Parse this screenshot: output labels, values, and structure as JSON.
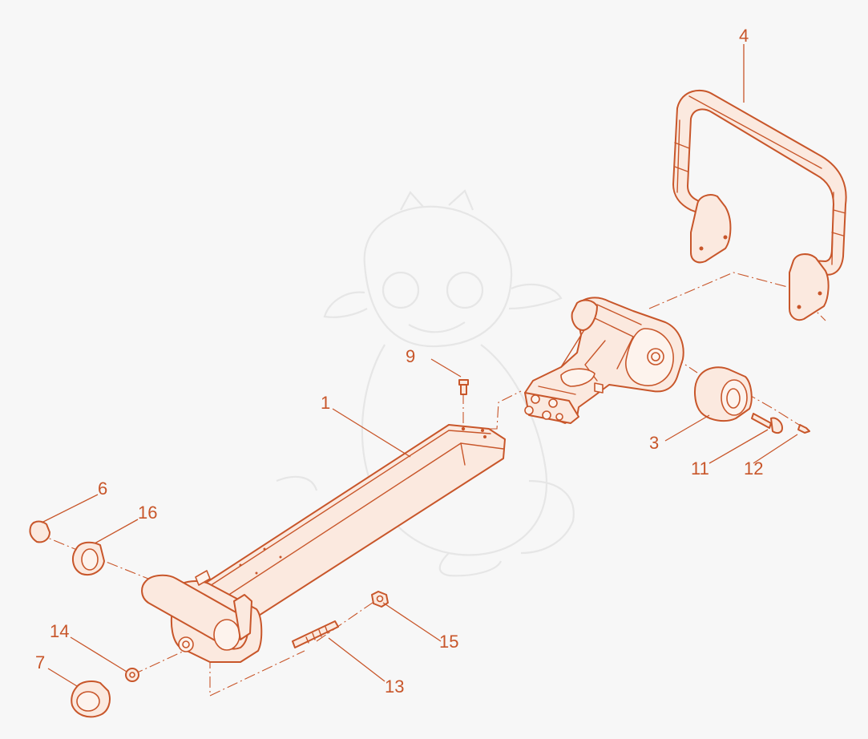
{
  "colors": {
    "line": "#c8562a",
    "part_fill": "#fbe9df",
    "background": "#f7f7f7",
    "watermark": "#e6e6e6"
  },
  "callouts": {
    "c1": "1",
    "c3": "3",
    "c4": "4",
    "c6": "6",
    "c7": "7",
    "c9": "9",
    "c11": "11",
    "c12": "12",
    "c13": "13",
    "c14": "14",
    "c15": "15",
    "c16": "16"
  }
}
